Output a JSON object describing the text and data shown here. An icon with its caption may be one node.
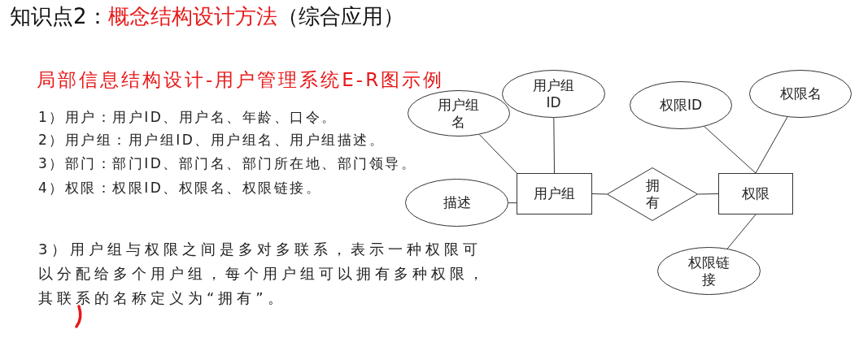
{
  "diagram": {
    "nodes": [
      {
        "text": [
          "用户组名"
        ]
      },
      {
        "text": [
          "用户组ID"
        ]
      },
      {
        "text": [
          "描述"
        ]
      },
      {
        "text": [
          "用户组"
        ]
      },
      {
        "text": [
          "拥有"
        ]
      },
      {
        "text": [
          "权限ID"
        ]
      },
      {
        "text": [
          "权限名"
        ]
      },
      {
        "text": [
          "权限"
        ]
      },
      {
        "text": [
          "权限链接"
        ]
      }
    ],
    "edges": [
      {
        "from": 0,
        "to": 3,
        "arrow": "none"
      },
      {
        "from": 1,
        "to": 3,
        "arrow": "none"
      },
      {
        "from": 2,
        "to": 3,
        "arrow": "none"
      },
      {
        "from": 3,
        "to": 4,
        "arrow": "none"
      },
      {
        "from": 4,
        "to": 7,
        "arrow": "none"
      },
      {
        "from": 5,
        "to": 7,
        "arrow": "none"
      },
      {
        "from": 6,
        "to": 7,
        "arrow": "none"
      },
      {
        "from": 7,
        "to": 8,
        "arrow": "none"
      }
    ],
    "labels": [
      "知识点2：",
      "概念结构设计方法",
      "（综合应用）",
      "局部信息结构设计-用户管理系统E-R图示例",
      "1）用户：用户ID、用户名、年龄、口令。",
      "2）用户组：用户组ID、用户组名、用户组描述。",
      "3）部门：部门ID、部门名、部门所在地、部门领导。",
      "4）权限：权限ID、权限名、权限链接。",
      "3）用户组与权限之间是多对多联系，表示一种权限可以分配给多个用户组，每个用户组可以拥有多种权限，其联系的名称定义为“拥有”。"
    ]
  }
}
